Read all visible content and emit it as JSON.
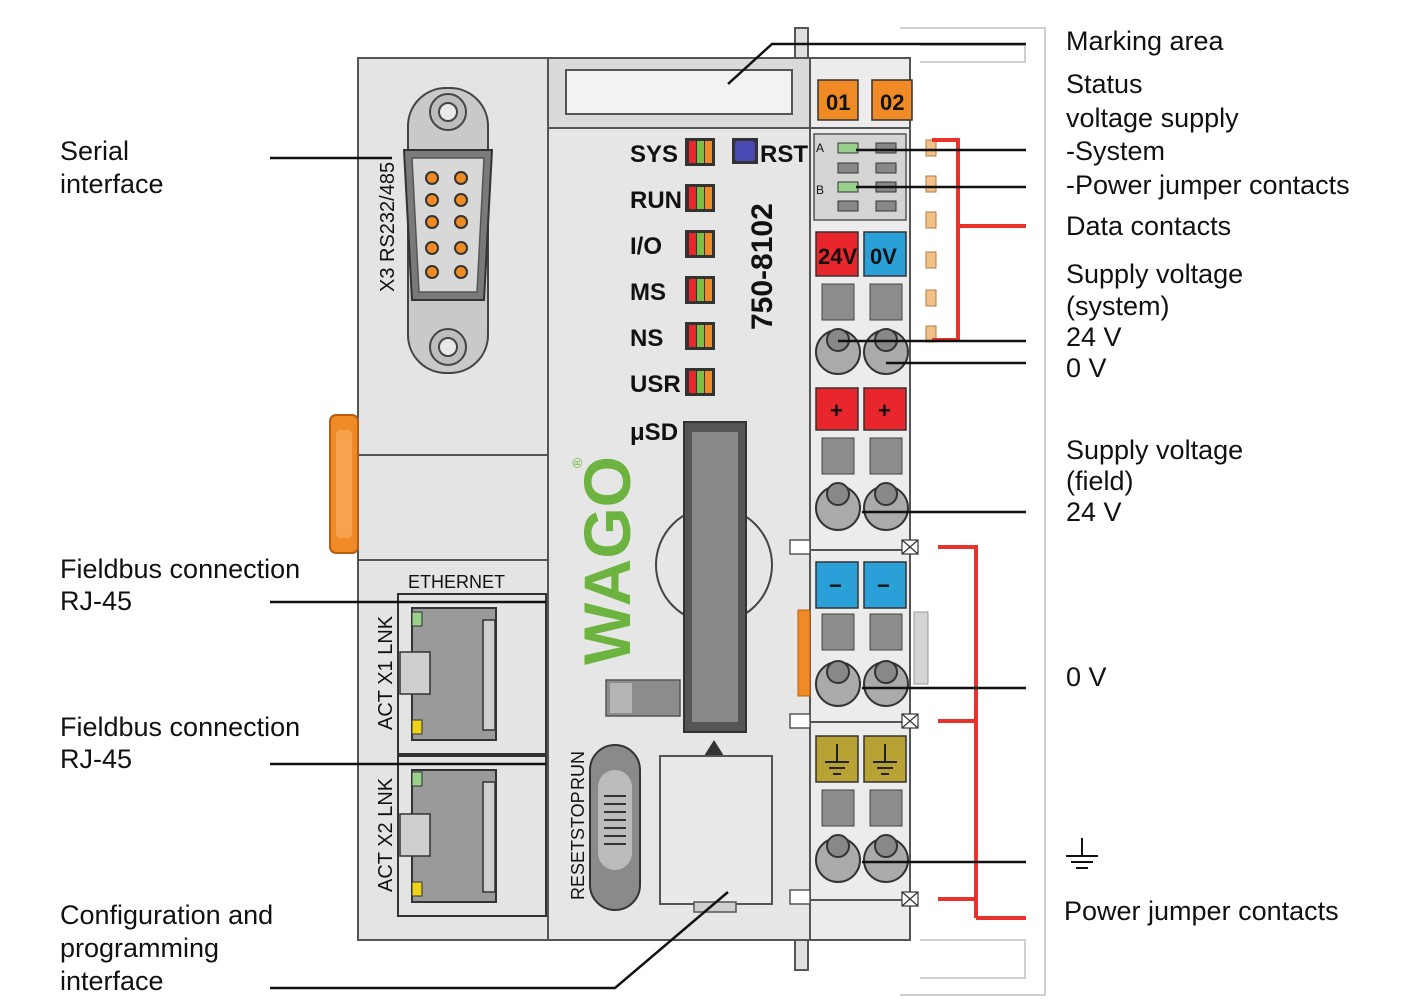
{
  "labels_left": {
    "serial_interface": [
      "Serial",
      "interface"
    ],
    "fieldbus_1": [
      "Fieldbus connection",
      "RJ-45"
    ],
    "fieldbus_2": [
      "Fieldbus connection",
      "RJ-45"
    ],
    "config_interface": [
      "Configuration and",
      "programming",
      "interface"
    ]
  },
  "labels_right": {
    "marking_area": "Marking area",
    "status_supply": [
      "Status",
      "voltage supply",
      "-System",
      "-Power jumper contacts"
    ],
    "data_contacts": "Data contacts",
    "supply_system": [
      "Supply voltage",
      "(system)",
      "24 V",
      "0 V"
    ],
    "supply_field": [
      "Supply voltage",
      "(field)",
      "24 V"
    ],
    "zero_v": "0 V",
    "power_jumper": "Power jumper contacts"
  },
  "device": {
    "model": "750-8102",
    "brand": "WAGO",
    "registered": "®",
    "serial_port_label": "X3 RS232/485",
    "ethernet_label": "ETHERNET",
    "port_x1": "ACT  X1  LNK",
    "port_x2": "ACT  X2  LNK",
    "leds": [
      "SYS",
      "RUN",
      "I/O",
      "MS",
      "NS",
      "USR"
    ],
    "rst_label": "RST",
    "usd_label": "μSD",
    "switch_labels": [
      "RESET",
      "STOP",
      "RUN"
    ],
    "status_leds": [
      "A",
      "B"
    ],
    "marker_tabs": [
      "01",
      "02"
    ],
    "terminal_24v": "24V",
    "terminal_0v": "0V",
    "plus": "+",
    "minus": "−"
  },
  "colors": {
    "housing": "#e3e3e3",
    "orange": "#f08a24",
    "red_terminal": "#e8262b",
    "blue_terminal": "#2a9fd8",
    "ground_terminal": "#b8a234",
    "brace_red": "#e8322b",
    "wago_green": "#6cb33f"
  }
}
